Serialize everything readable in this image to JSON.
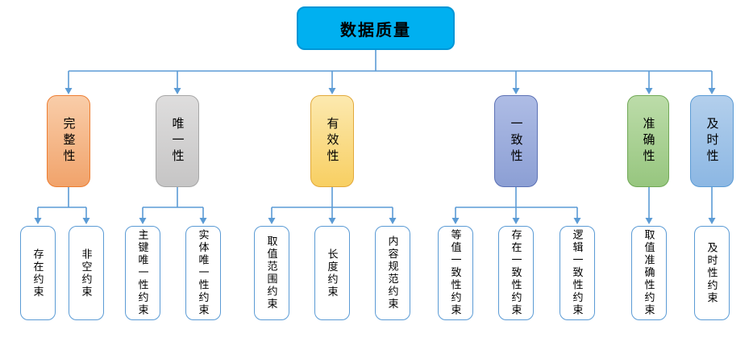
{
  "root": {
    "label": "数据质量",
    "fill": "#00B0F0",
    "border": "#0096D6",
    "text_color": "#000000"
  },
  "connector_color": "#5B9BD5",
  "leaf_style": {
    "fill": "#FFFFFF",
    "border": "#5B9BD5"
  },
  "branches": [
    {
      "label": "完整性",
      "fill": "#F4B183",
      "border": "#ED7D31",
      "children": [
        "存在约束",
        "非空约束"
      ]
    },
    {
      "label": "唯一性",
      "fill": "#D0CECE",
      "border": "#A6A6A6",
      "children": [
        "主键唯一性约束",
        "实体唯一性约束"
      ]
    },
    {
      "label": "有效性",
      "fill": "#FAD873",
      "border": "#E2A93B",
      "children": [
        "取值范围约束",
        "长度约束",
        "内容规范约束"
      ]
    },
    {
      "label": "一致性",
      "fill": "#9AACDB",
      "border": "#5C71B5",
      "children": [
        "等值一致性约束",
        "存在一致性约束",
        "逻辑一致性约束"
      ]
    },
    {
      "label": "准确性",
      "fill": "#A6D393",
      "border": "#70A855",
      "children": [
        "取值准确性约束"
      ]
    },
    {
      "label": "及时性",
      "fill": "#9DC3E8",
      "border": "#5B9BD5",
      "children": [
        "及时性约束"
      ]
    }
  ]
}
